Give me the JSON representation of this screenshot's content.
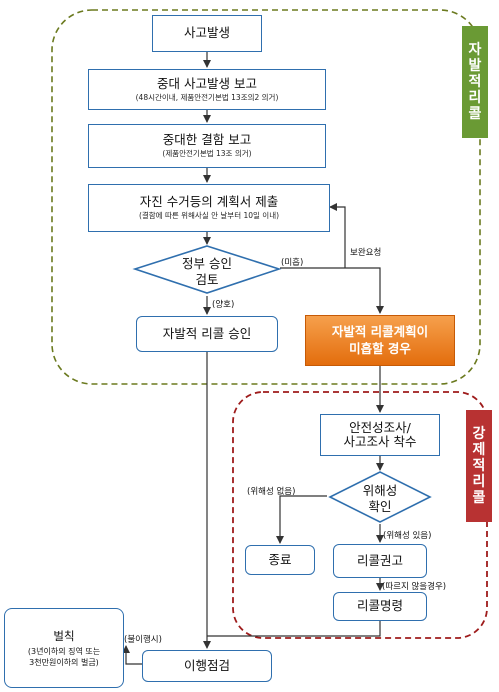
{
  "sections": {
    "voluntary_recall": "자발적리콜",
    "forced_recall": "강제적리콜"
  },
  "nodes": {
    "accident": "사고발생",
    "serious_report": {
      "title": "중대 사고발생 보고",
      "note": "(48시간이내, 제품안전기본법 13조의2 의거)"
    },
    "defect_report": {
      "title": "중대한 결함 보고",
      "note": "(제품안전기본법 13조 의거)"
    },
    "plan_submit": {
      "title": "자진 수거등의 계획서 제출",
      "note": "(결함에 따른 위해사실 안 날부터 10일 이내)"
    },
    "gov_review": {
      "line1": "정부 승인",
      "line2": "검토"
    },
    "voluntary_approval": "자발적 리콜 승인",
    "insufficient": {
      "line1": "자발적 리콜계획이",
      "line2": "미흡할 경우"
    },
    "investigation": {
      "line1": "안전성조사/",
      "line2": "사고조사 착수"
    },
    "hazard_check": {
      "line1": "위해성",
      "line2": "확인"
    },
    "end": "종료",
    "recall_advice": "리콜권고",
    "recall_order": "리콜명령",
    "inspection": "이행점검",
    "penalty": {
      "title": "벌칙",
      "note1": "(3년이하의 징역 또는",
      "note2": "3천만원이하의 벌금)"
    }
  },
  "labels": {
    "insufficient_short": "(미흡)",
    "supplement_request": "보완요청",
    "good": "(양호)",
    "no_hazard": "(위해성 없음)",
    "has_hazard": "(위해성 있음)",
    "not_comply": "(따르지 않을경우)",
    "non_compliance": "(불이행시)"
  },
  "colors": {
    "box_border": "#2f6fae",
    "voluntary_frame": "#6b7a1f",
    "forced_frame": "#9e1b1b",
    "voluntary_label_bg": "#6a9a34",
    "forced_label_bg": "#b83232",
    "highlight": "#e8821e"
  }
}
